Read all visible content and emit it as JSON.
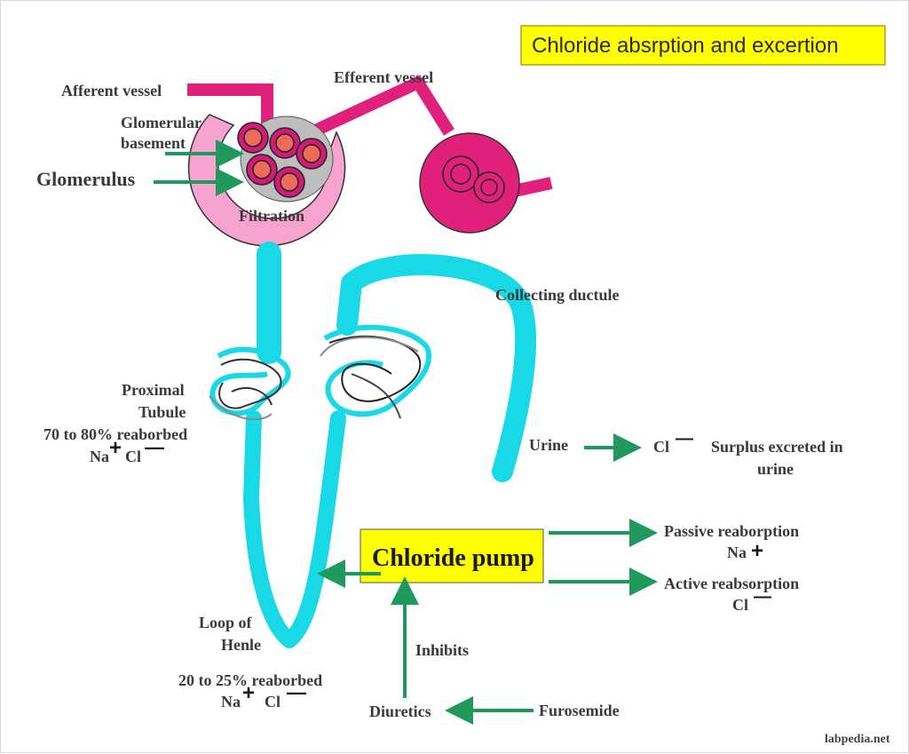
{
  "title": "Chloride  absrption and excertion",
  "labels": {
    "afferent_vessel": "Afferent vessel",
    "efferent_vessel": "Efferent vessel",
    "glomerular_basement_1": "Glomerular",
    "glomerular_basement_2": "basement",
    "glomerulus": "Glomerulus",
    "filtration": "Filtration",
    "collecting_ductule": "Collecting ductule",
    "proximal_1": "Proximal",
    "proximal_2": "Tubule",
    "proximal_3": "70 to 80% reaborbed",
    "proximal_na": "Na",
    "proximal_cl": "Cl",
    "urine": "Urine",
    "urine_cl": "Cl",
    "surplus_1": "Surplus excreted in",
    "surplus_2": "urine",
    "chloride_pump": "Chloride pump",
    "passive": "Passive reaborption",
    "passive_na": "Na",
    "active": "Active reabsorption",
    "active_cl": "Cl",
    "loop_1": "Loop of",
    "loop_2": "Henle",
    "loop_3": "20 to 25% reaborbed",
    "loop_na": "Na",
    "loop_cl": "Cl",
    "inhibits": "Inhibits",
    "diuretics": "Diuretics",
    "furosemide": "Furosemide",
    "watermark": "labpedia.net",
    "plus_sign": "+",
    "minus_sign": "—"
  },
  "colors": {
    "vessel": "#e0207a",
    "capsule": "#f7a3cf",
    "tubule": "#19d9e6",
    "cell_fill": "#f06a5a",
    "cell_ring": "#d21a78",
    "arrow": "#1f9a5c",
    "highlight": "#ffff00"
  }
}
